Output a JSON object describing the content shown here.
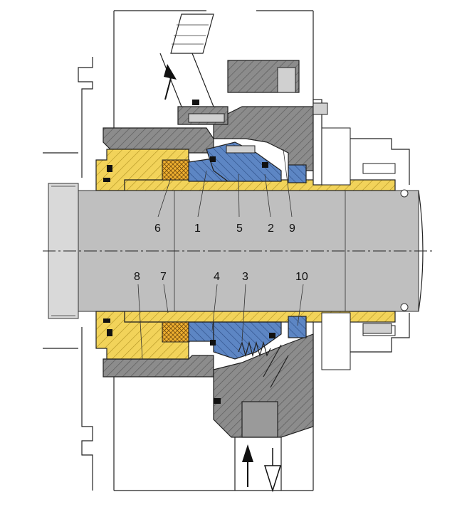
{
  "diagram": {
    "labels": {
      "l1": "1",
      "l2": "2",
      "l3": "3",
      "l4": "4",
      "l5": "5",
      "l6": "6",
      "l7": "7",
      "l8": "8",
      "l9": "9",
      "l10": "10"
    },
    "colors": {
      "housing_gray": "#8c8c8c",
      "shaft_gray": "#bfbfbf",
      "yellow_parts": "#f2d35a",
      "blue_parts": "#5d86c4",
      "orange_packing": "#f0b030",
      "seal_black": "#111111"
    },
    "icons": [
      "flow-out-arrow-icon",
      "flow-in-arrow-icon",
      "flow-down-hollow-arrow-icon"
    ]
  }
}
